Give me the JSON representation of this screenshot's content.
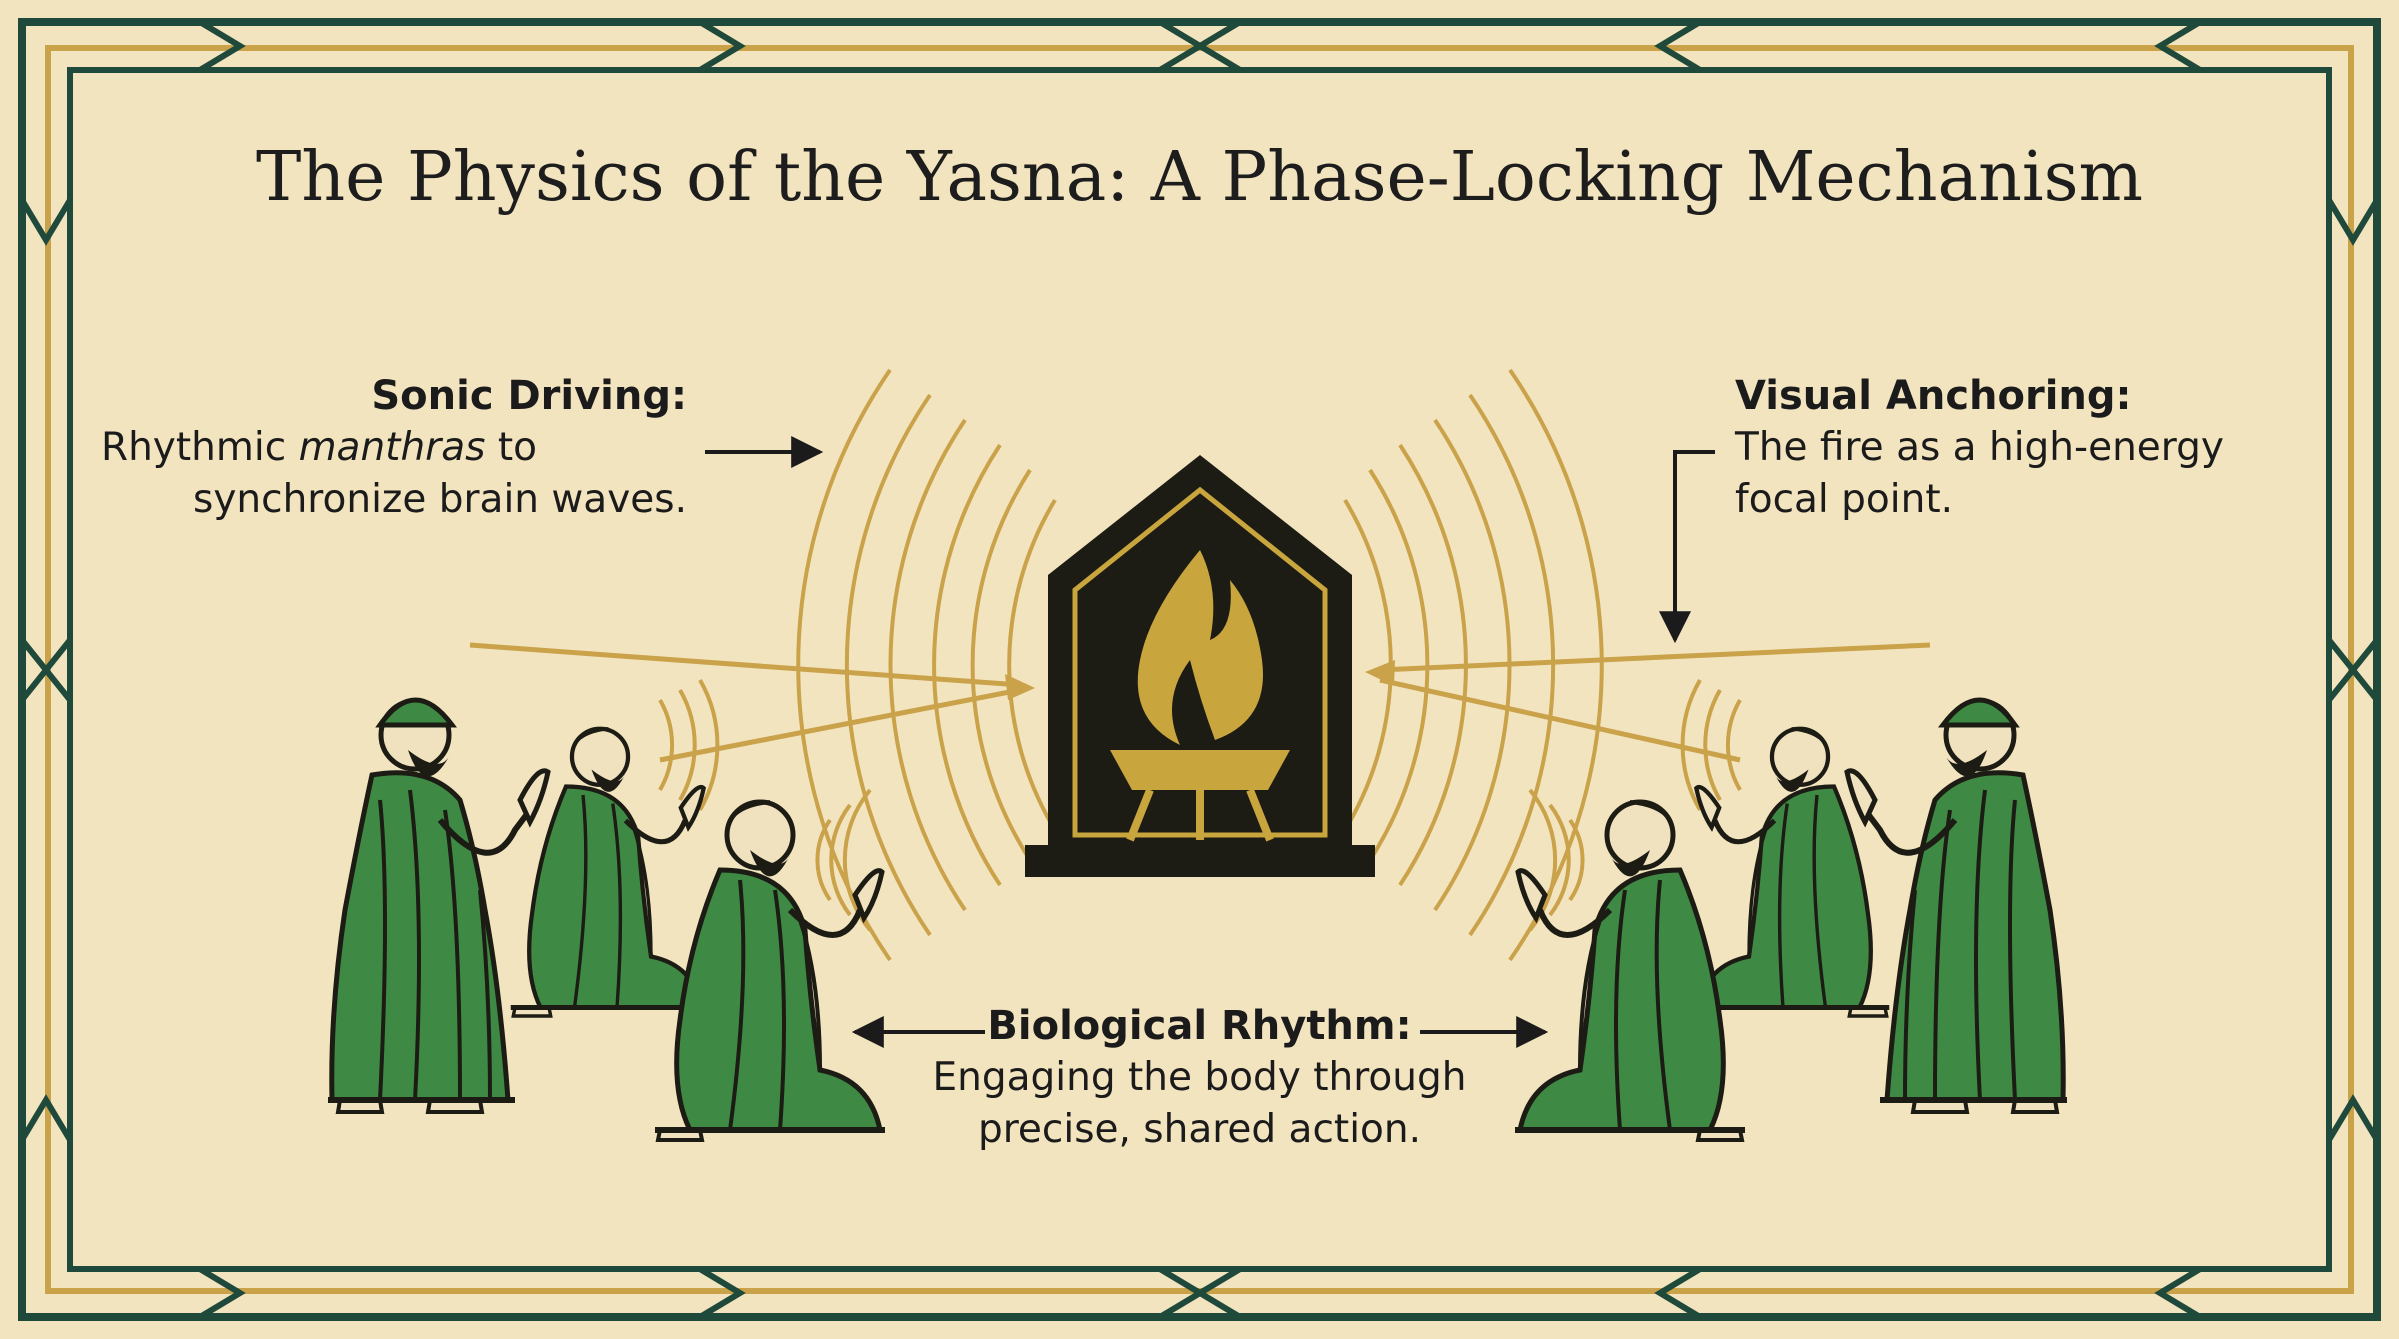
{
  "title": "The Physics of the Yasna: A Phase-Locking Mechanism",
  "labels": {
    "sonic": {
      "heading": "Sonic Driving:",
      "body_pre": "Rhythmic ",
      "body_em": "manthras",
      "body_post": " to",
      "body_line2": "synchronize brain waves."
    },
    "visual": {
      "heading": "Visual Anchoring:",
      "body_line1": "The fire as a high-energy",
      "body_line2": "focal point."
    },
    "biological": {
      "heading": "Biological Rhythm:",
      "body_line1": "Engaging the body through",
      "body_line2": "precise, shared action."
    }
  },
  "colors": {
    "background": "#f3e4c0",
    "border_green": "#1f4a3b",
    "border_gold": "#c9a24a",
    "wave_gold": "#c9a24a",
    "robe_green": "#3e8a45",
    "robe_teal": "#25614f",
    "shrine_black": "#1c1c14",
    "flame_gold": "#c9a53e",
    "skin": "#f1e2bf"
  },
  "icons": [
    "fire-shrine-icon",
    "priest-figure-icon",
    "sound-wave-icon"
  ]
}
